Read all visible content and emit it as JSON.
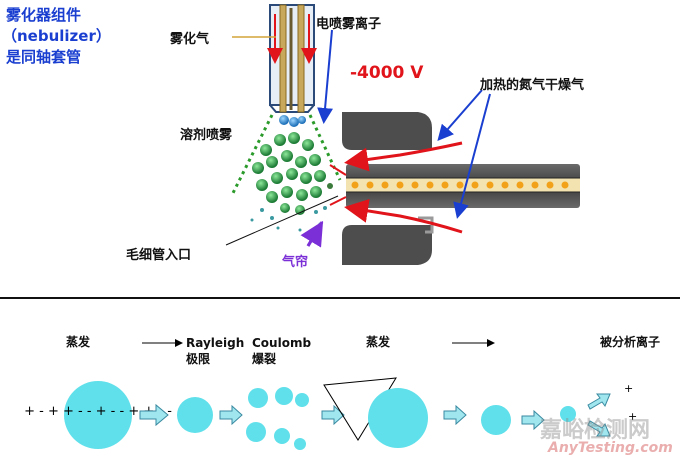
{
  "top": {
    "assembly_line1": "雾化器组件",
    "assembly_line2": "（nebulizer）",
    "assembly_line3": "是同轴套管",
    "nebulizer_gas": "雾化气",
    "electrospray_ions": "电喷雾离子",
    "voltage": "-4000 V",
    "heated_nitrogen": "加热的氮气干燥气",
    "solvent_spray": "溶剂喷雾",
    "capillary_inlet": "毛细管入口",
    "gas_curtain": "气帘"
  },
  "bottom": {
    "evaporation1": "蒸发",
    "rayleigh_line1": "Rayleigh",
    "rayleigh_line2": "极限",
    "coulomb_line1": "Coulomb",
    "coulomb_line2": "爆裂",
    "evaporation2": "蒸发",
    "analyzed_ions": "被分析离子"
  },
  "watermark": {
    "cn": "嘉峪检测网",
    "en": "AnyTesting.com"
  },
  "colors": {
    "droplet": "#5fe0ea",
    "arrow_red": "#e0141a",
    "arrow_blue": "#1a3fd0",
    "spray_green": "#1e7a3a",
    "capillary_gray": "#555555"
  }
}
